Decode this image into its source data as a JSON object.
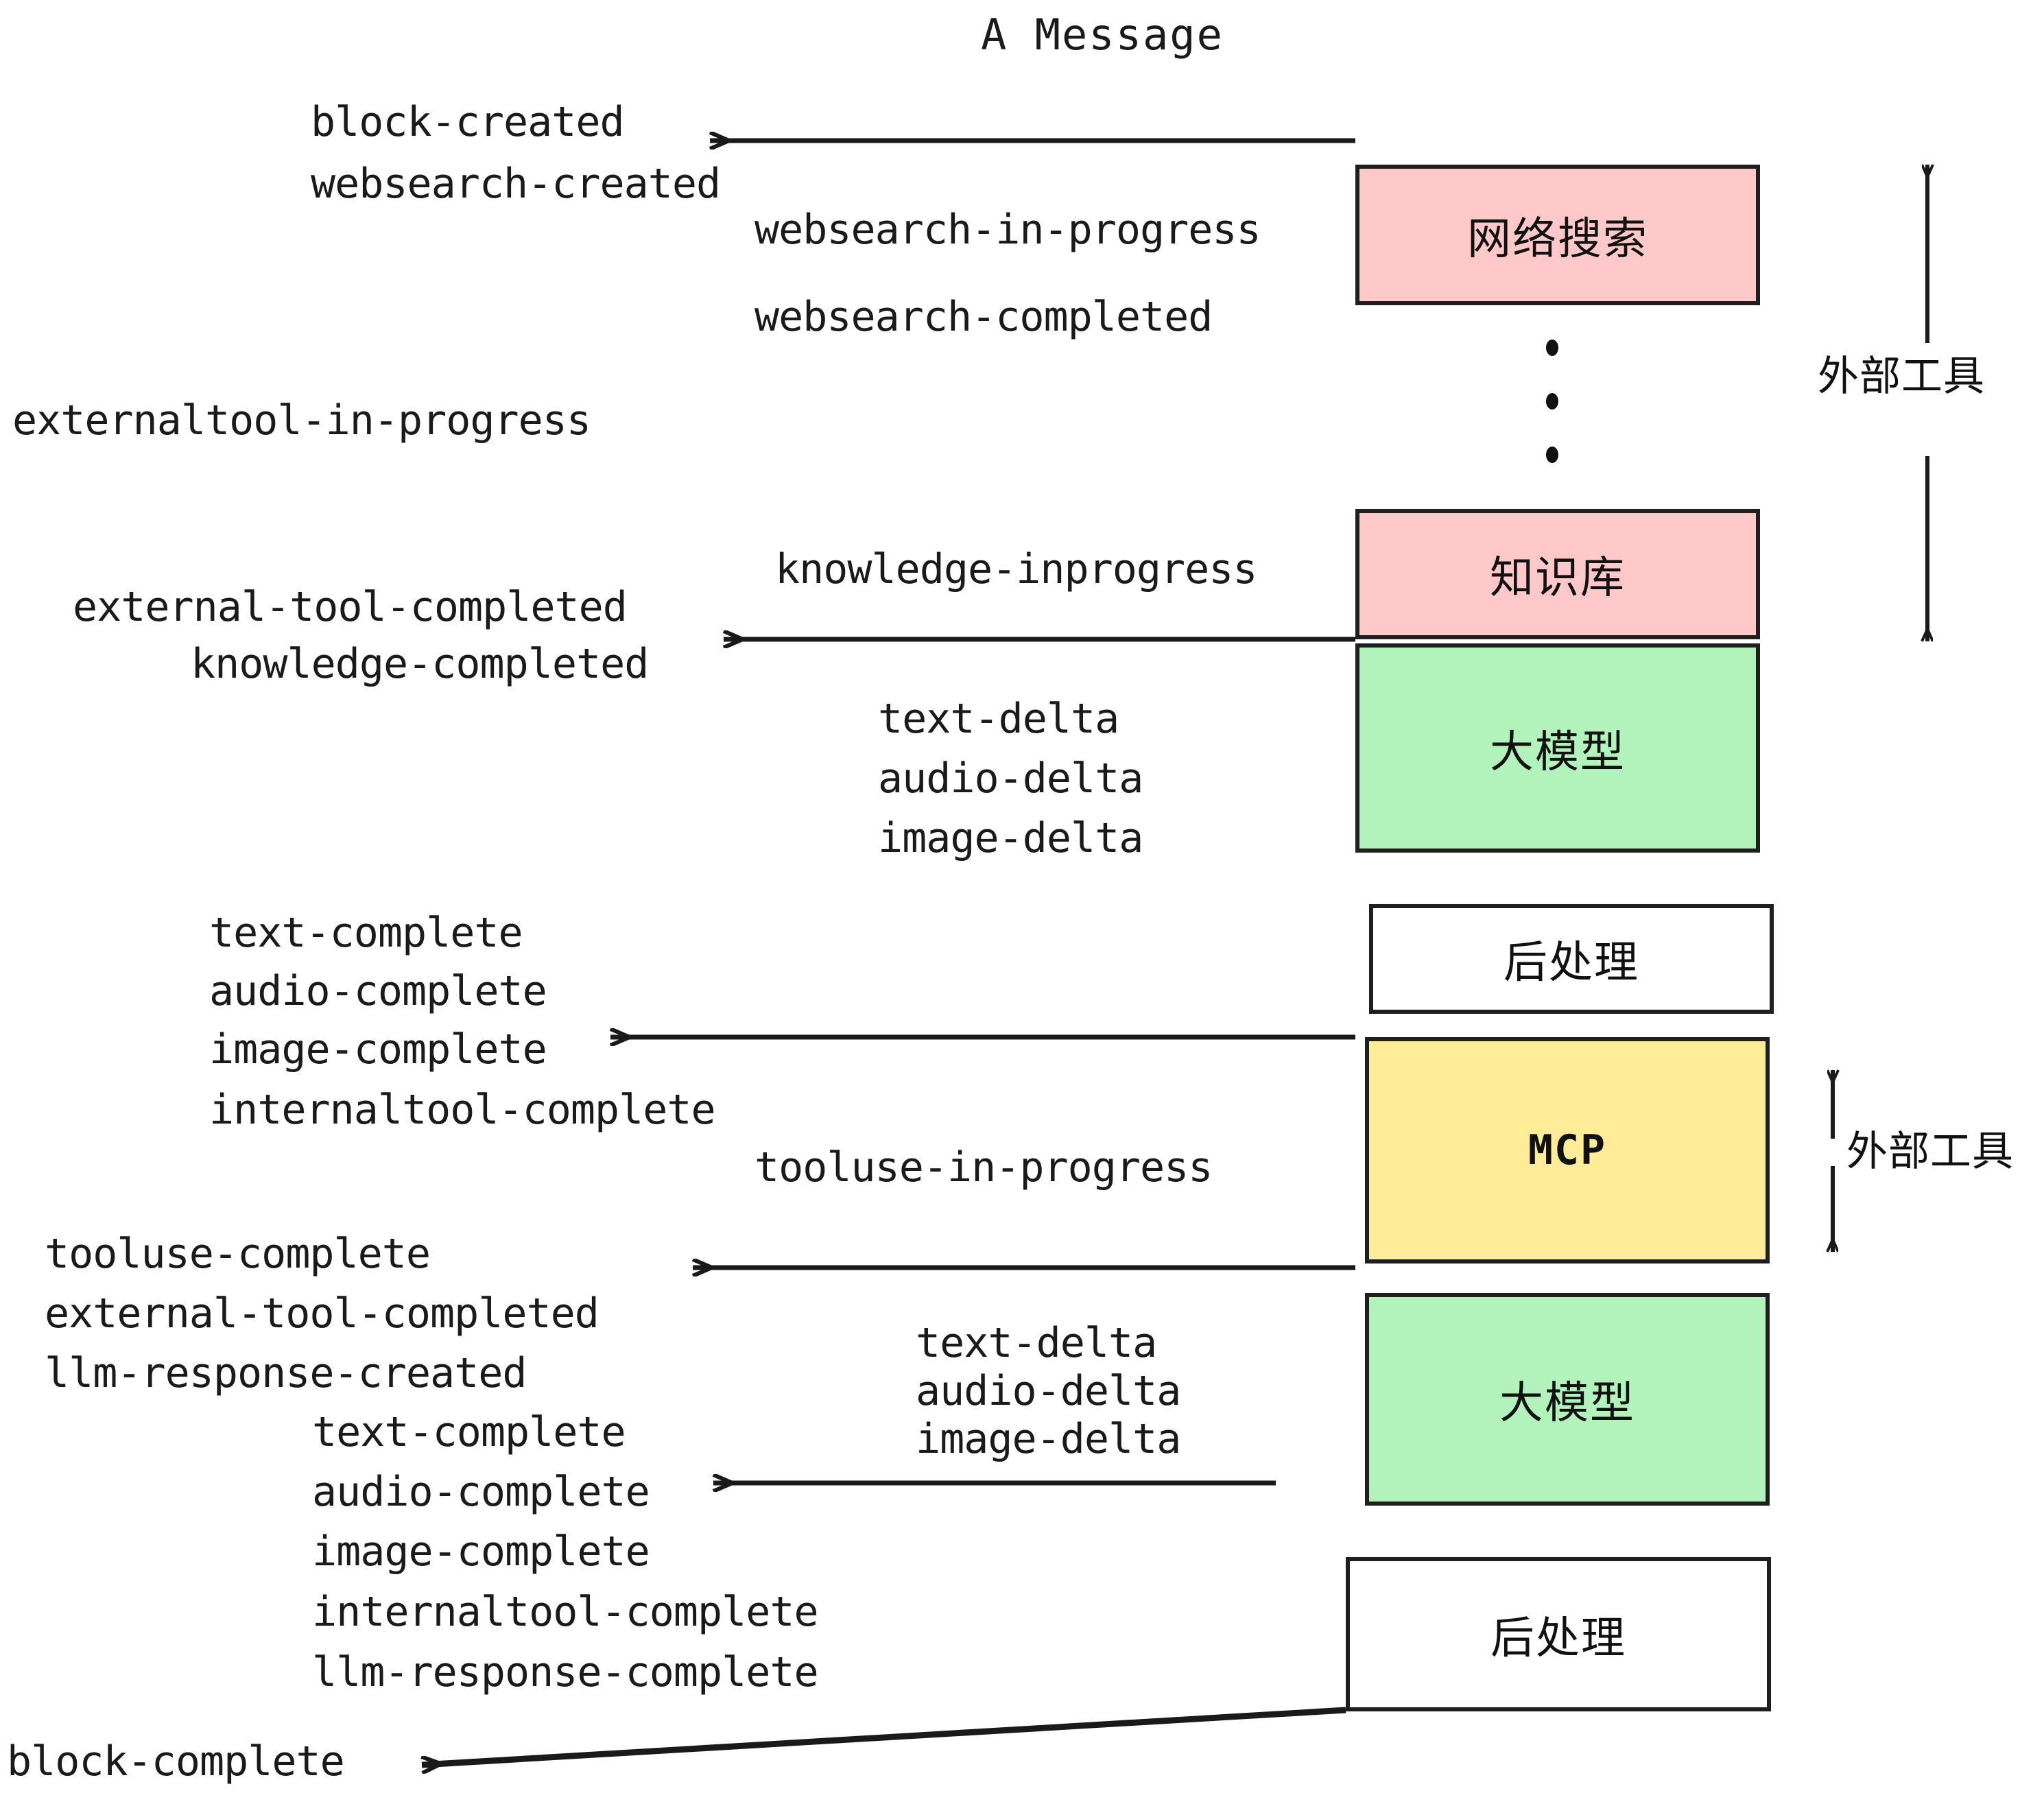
{
  "title": "A Message",
  "colors": {
    "pink": "#FFC9C9",
    "green": "#B2F2BB",
    "yellow": "#FFEC99",
    "white": "#FFFFFF",
    "stroke": "#1F1F1F",
    "text": "#1A1A1A"
  },
  "boxes": [
    {
      "id": "websearch",
      "label": "网络搜索",
      "fill": "#FFC9C9"
    },
    {
      "id": "knowledgebase",
      "label": "知识库",
      "fill": "#FFC9C9"
    },
    {
      "id": "llm-1",
      "label": "大模型",
      "fill": "#B2F2BB"
    },
    {
      "id": "postprocess-1",
      "label": "后处理",
      "fill": "#FFFFFF"
    },
    {
      "id": "mcp",
      "label": "MCP",
      "fill": "#FFEC99"
    },
    {
      "id": "llm-2",
      "label": "大模型",
      "fill": "#B2F2BB"
    },
    {
      "id": "postprocess-2",
      "label": "后处理",
      "fill": "#FFFFFF"
    }
  ],
  "side_labels": [
    {
      "id": "external-tool-top",
      "text": "外部工具"
    },
    {
      "id": "external-tool-bottom",
      "text": "外部工具"
    }
  ],
  "events": [
    {
      "id": "block-created",
      "text": "block-created"
    },
    {
      "id": "websearch-created",
      "text": "websearch-created"
    },
    {
      "id": "websearch-in-progress",
      "text": "websearch-in-progress"
    },
    {
      "id": "websearch-completed",
      "text": "websearch-completed"
    },
    {
      "id": "externaltool-in-progress",
      "text": "externaltool-in-progress"
    },
    {
      "id": "knowledge-inprogress",
      "text": "knowledge-inprogress"
    },
    {
      "id": "external-tool-completed-1",
      "text": "external-tool-completed"
    },
    {
      "id": "knowledge-completed",
      "text": "knowledge-completed"
    },
    {
      "id": "text-delta-1",
      "text": "text-delta"
    },
    {
      "id": "audio-delta-1",
      "text": "audio-delta"
    },
    {
      "id": "image-delta-1",
      "text": "image-delta"
    },
    {
      "id": "text-complete-1",
      "text": "text-complete"
    },
    {
      "id": "audio-complete-1",
      "text": "audio-complete"
    },
    {
      "id": "image-complete-1",
      "text": "image-complete"
    },
    {
      "id": "internaltool-complete-1",
      "text": "internaltool-complete"
    },
    {
      "id": "tooluse-in-progress",
      "text": "tooluse-in-progress"
    },
    {
      "id": "tooluse-complete",
      "text": "tooluse-complete"
    },
    {
      "id": "external-tool-completed-2",
      "text": "external-tool-completed"
    },
    {
      "id": "llm-response-created",
      "text": "llm-response-created"
    },
    {
      "id": "text-delta-2",
      "text": "text-delta"
    },
    {
      "id": "audio-delta-2",
      "text": "audio-delta"
    },
    {
      "id": "image-delta-2",
      "text": "image-delta"
    },
    {
      "id": "text-complete-2",
      "text": "text-complete"
    },
    {
      "id": "audio-complete-2",
      "text": "audio-complete"
    },
    {
      "id": "image-complete-2",
      "text": "image-complete"
    },
    {
      "id": "internaltool-complete-2",
      "text": "internaltool-complete"
    },
    {
      "id": "llm-response-complete",
      "text": "llm-response-complete"
    },
    {
      "id": "block-complete",
      "text": "block-complete"
    }
  ]
}
